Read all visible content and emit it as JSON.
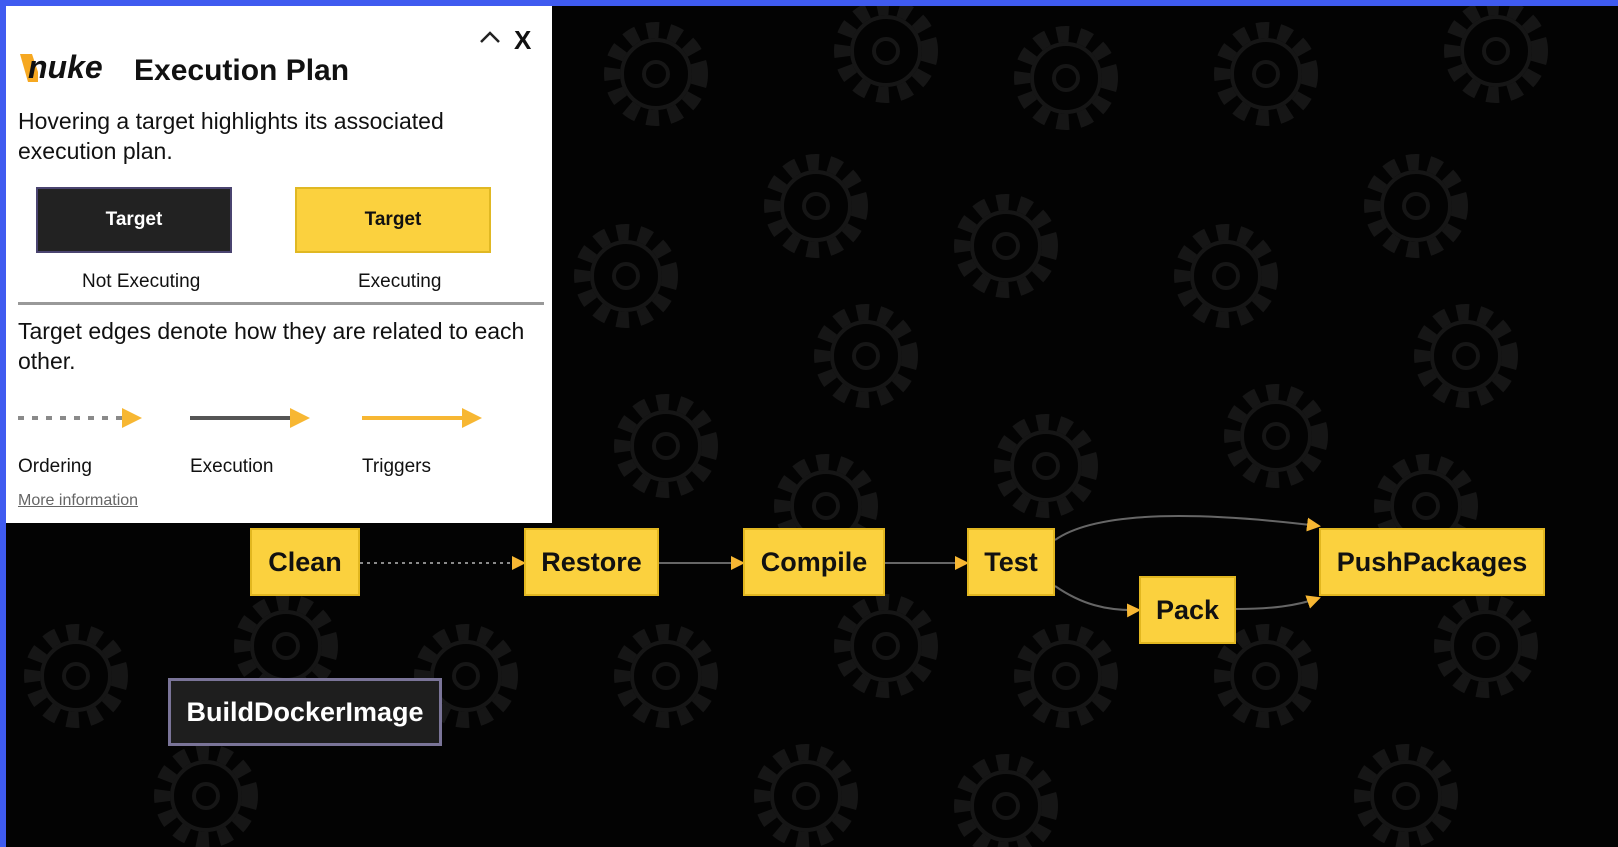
{
  "panel": {
    "logo_text": "nuke",
    "title": "Execution Plan",
    "description": "Hovering a target highlights its associated execution plan.",
    "legend_nodes": [
      {
        "box_label": "Target",
        "caption": "Not Executing",
        "fill": "#222222"
      },
      {
        "box_label": "Target",
        "caption": "Executing",
        "fill": "#fbd13e"
      }
    ],
    "edges_description": "Target edges denote how they are related to each other.",
    "edge_types": [
      {
        "label": "Ordering",
        "style": "dashed",
        "color": "#9a9a9a"
      },
      {
        "label": "Execution",
        "style": "solid",
        "color": "#555555"
      },
      {
        "label": "Triggers",
        "style": "solid",
        "color": "#f7b733"
      }
    ],
    "more_info": "More information",
    "close_label": "X"
  },
  "graph": {
    "nodes": [
      {
        "id": "clean",
        "label": "Clean",
        "executing": true
      },
      {
        "id": "restore",
        "label": "Restore",
        "executing": true
      },
      {
        "id": "compile",
        "label": "Compile",
        "executing": true
      },
      {
        "id": "test",
        "label": "Test",
        "executing": true
      },
      {
        "id": "pack",
        "label": "Pack",
        "executing": true
      },
      {
        "id": "push",
        "label": "PushPackages",
        "executing": true
      },
      {
        "id": "docker",
        "label": "BuildDockerImage",
        "executing": false
      }
    ],
    "edges": [
      {
        "from": "clean",
        "to": "restore",
        "type": "Ordering"
      },
      {
        "from": "restore",
        "to": "compile",
        "type": "Execution"
      },
      {
        "from": "compile",
        "to": "test",
        "type": "Execution"
      },
      {
        "from": "test",
        "to": "push",
        "type": "Execution"
      },
      {
        "from": "test",
        "to": "pack",
        "type": "Execution"
      },
      {
        "from": "pack",
        "to": "push",
        "type": "Execution"
      }
    ],
    "colors": {
      "accent": "#fbd13e",
      "arrowhead": "#f7b733",
      "background": "#030303",
      "frame": "#3f5bf0"
    }
  }
}
